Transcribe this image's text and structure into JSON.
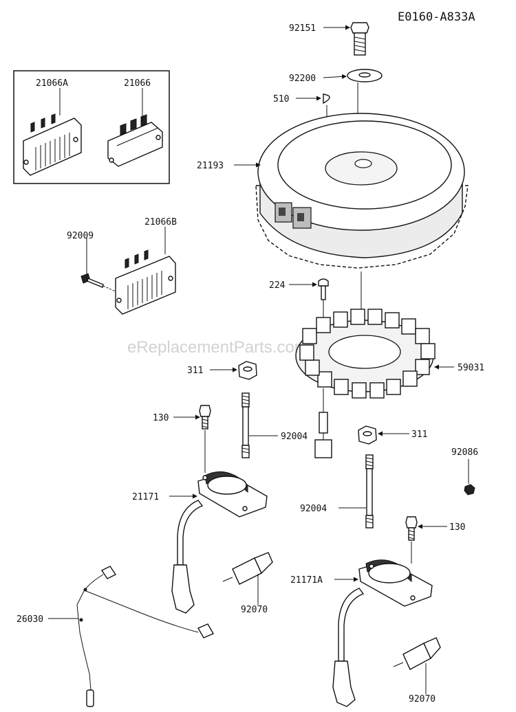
{
  "diagram_code": "E0160-A833A",
  "watermark": "eReplacementParts.com",
  "callouts": {
    "c92151": "92151",
    "c92200": "92200",
    "c510": "510",
    "c21193": "21193",
    "c21066A": "21066A",
    "c21066": "21066",
    "c92009": "92009",
    "c21066B": "21066B",
    "c224": "224",
    "c59031": "59031",
    "c311a": "311",
    "c130a": "130",
    "c92004a": "92004",
    "c311b": "311",
    "c92086": "92086",
    "c21171": "21171",
    "c92004b": "92004",
    "c130b": "130",
    "c21171A": "21171A",
    "c92070a": "92070",
    "c26030": "26030",
    "c92070b": "92070"
  }
}
